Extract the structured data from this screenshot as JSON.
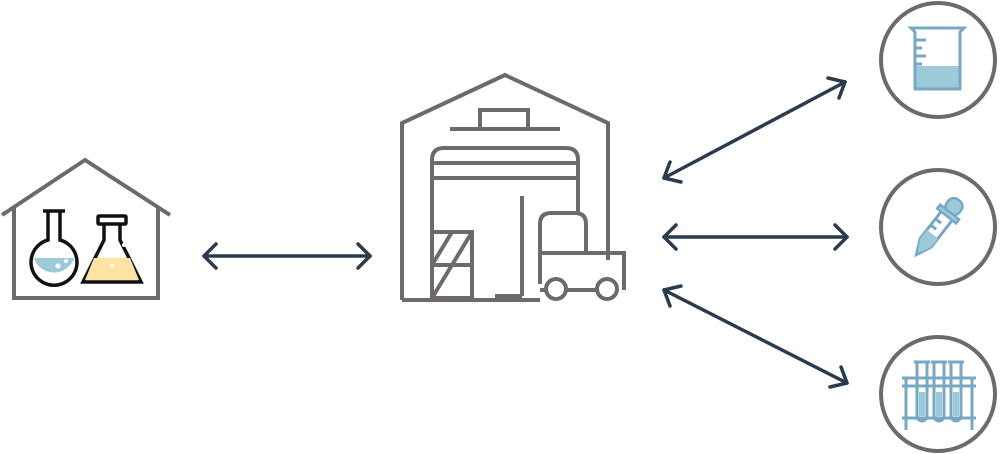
{
  "colors": {
    "outline_grey": "#6e6a6b",
    "arrow_navy": "#2b3a4d",
    "accent_blue": "#78a9c4",
    "liquid_blue": "#9ccad8",
    "liquid_yellow": "#fce3a4",
    "background": "#ffffff"
  },
  "nodes": [
    {
      "id": "lab-house",
      "icon": "lab-flasks-house-icon"
    },
    {
      "id": "warehouse",
      "icon": "warehouse-forklift-icon"
    },
    {
      "id": "beaker",
      "icon": "beaker-icon"
    },
    {
      "id": "dropper",
      "icon": "dropper-icon"
    },
    {
      "id": "test-tubes",
      "icon": "test-tube-rack-icon"
    }
  ],
  "edges": [
    {
      "from": "lab-house",
      "to": "warehouse",
      "type": "bidirectional"
    },
    {
      "from": "warehouse",
      "to": "beaker",
      "type": "bidirectional"
    },
    {
      "from": "warehouse",
      "to": "dropper",
      "type": "bidirectional"
    },
    {
      "from": "warehouse",
      "to": "test-tubes",
      "type": "bidirectional"
    }
  ]
}
